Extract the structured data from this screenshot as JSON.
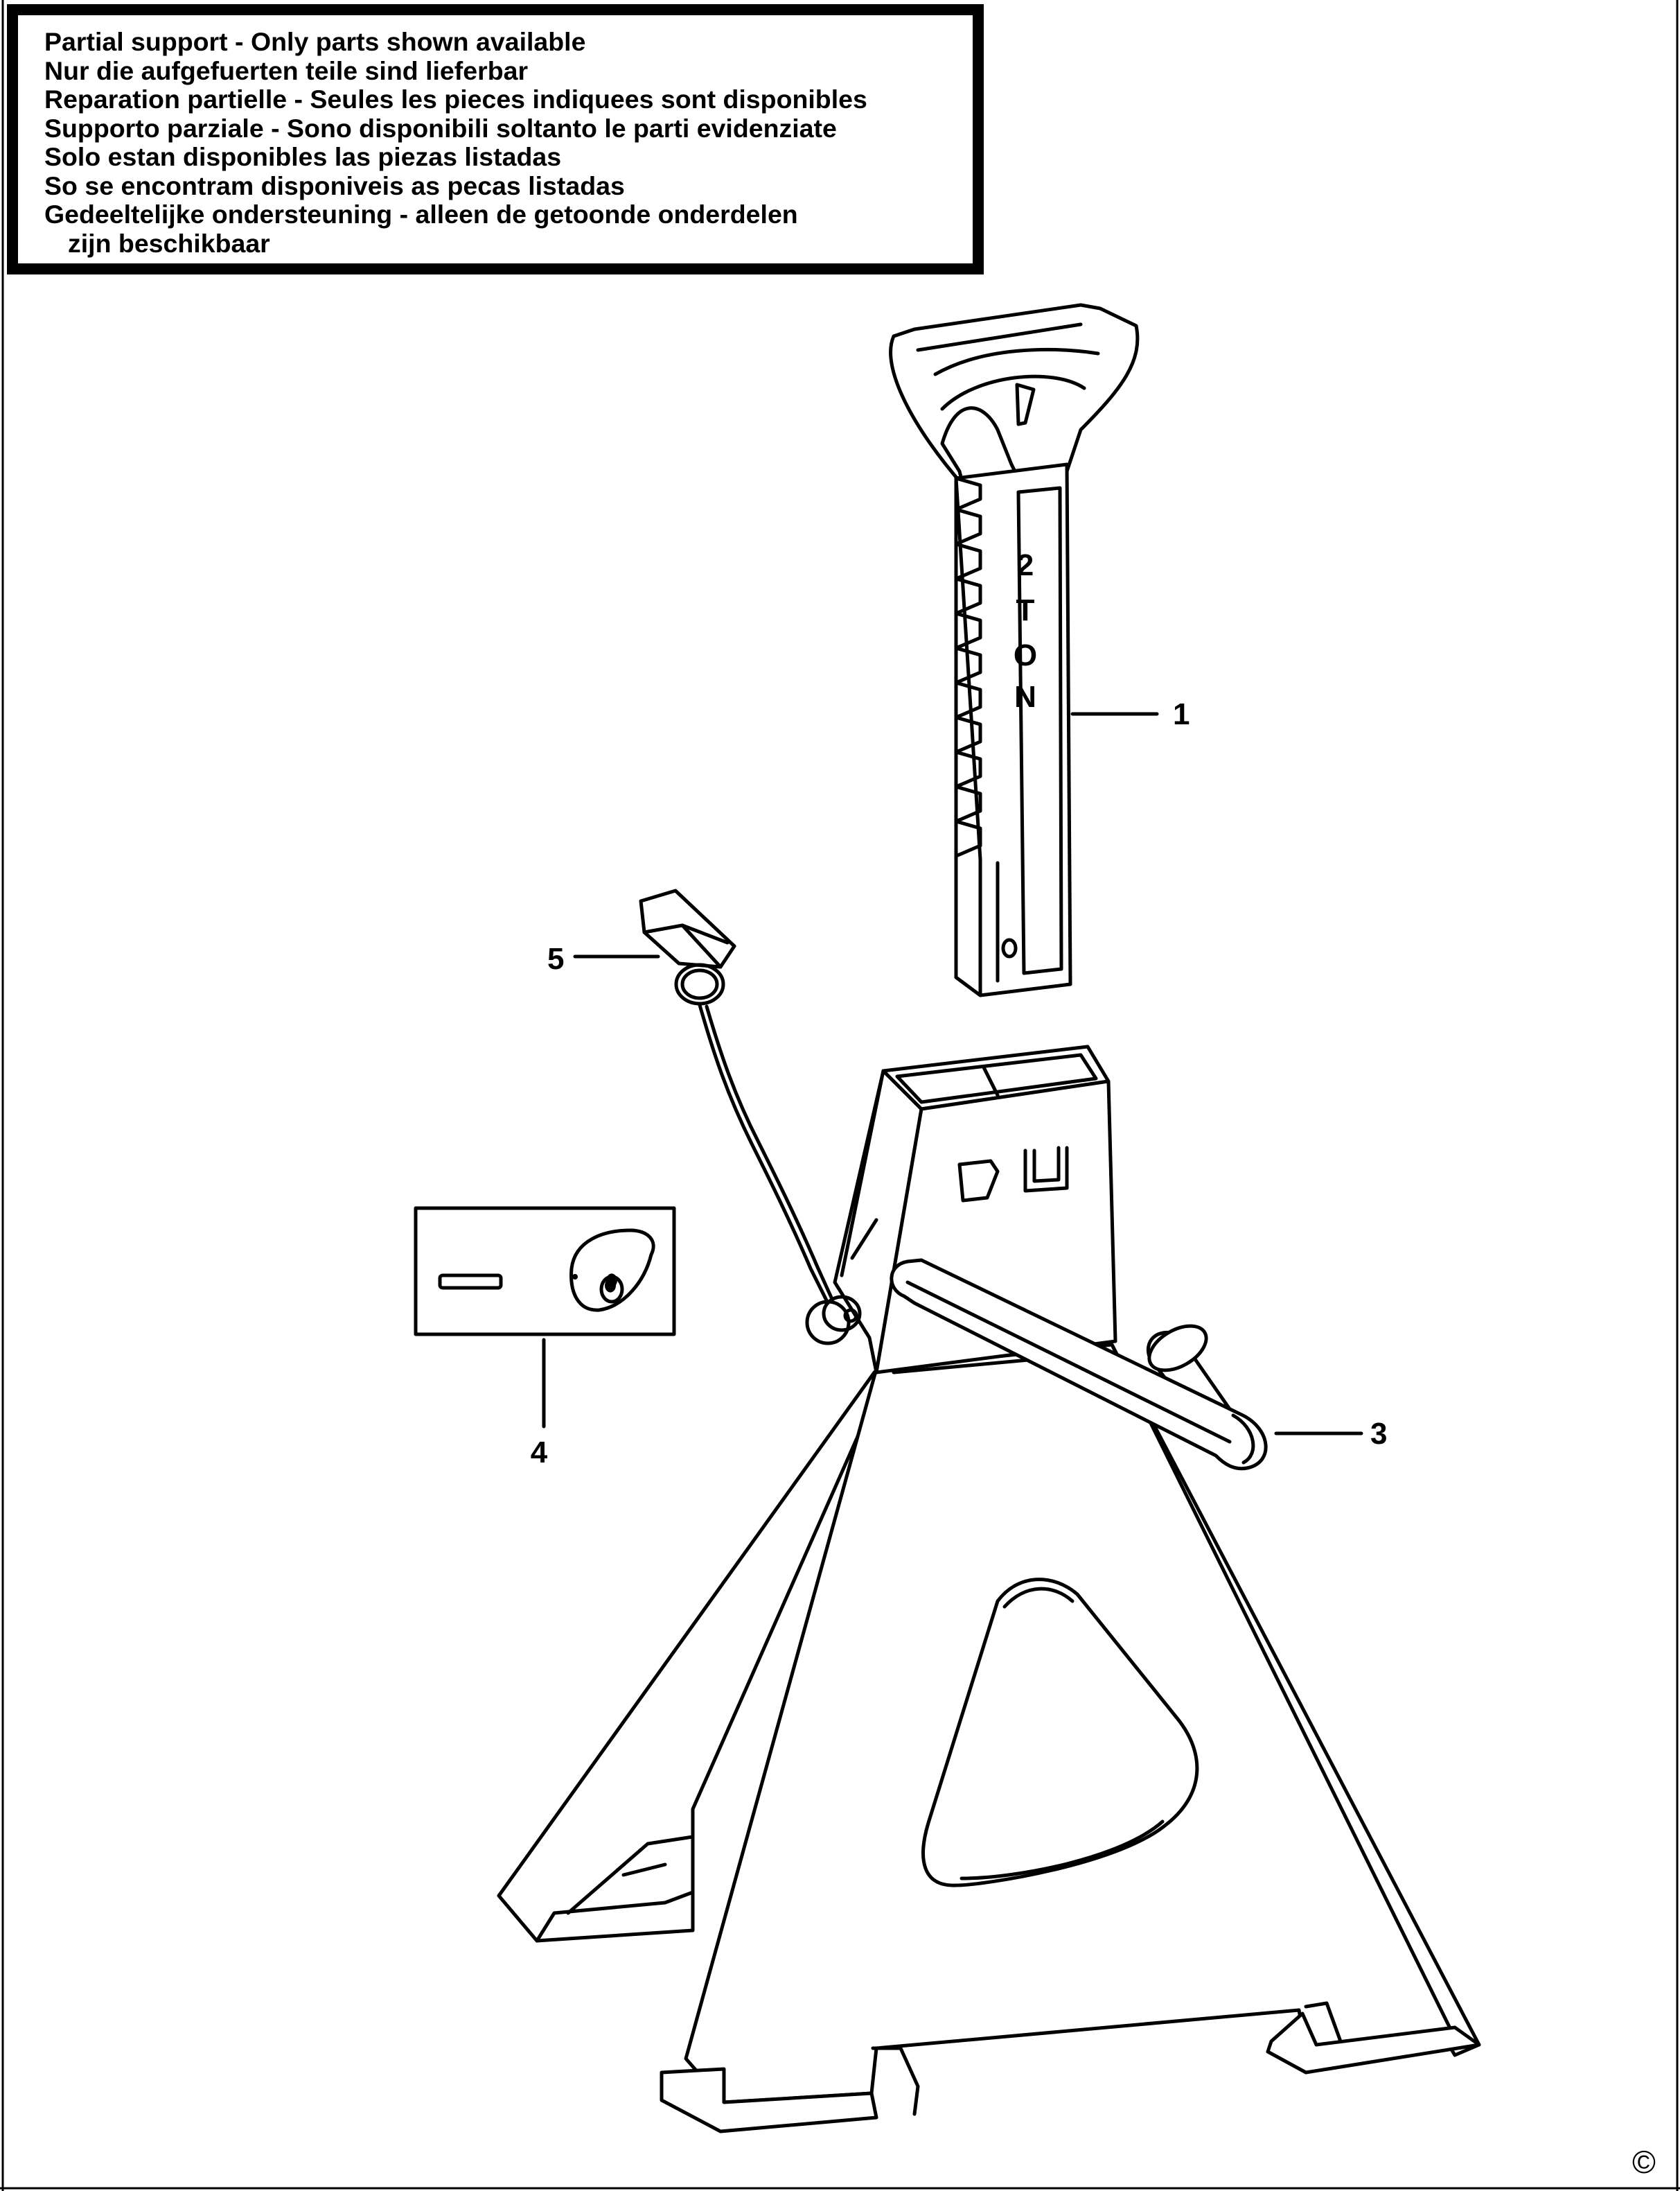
{
  "notice": {
    "lines": [
      "Partial support - Only parts shown available",
      "Nur die aufgefuerten teile sind lieferbar",
      "Reparation partielle - Seules les pieces indiquees sont disponibles",
      "Supporto parziale - Sono disponibili soltanto le parti evidenziate",
      "Solo estan disponibles las piezas listadas",
      "So se encontram disponiveis as pecas listadas",
      "Gedeeltelijke ondersteuning - alleen de getoonde onderdelen",
      "zijn beschikbaar"
    ]
  },
  "post_marking": {
    "capacity": "2",
    "letters": [
      "T",
      "O",
      "N"
    ]
  },
  "callouts": [
    {
      "number": "1",
      "part": "ratchet-post"
    },
    {
      "number": "3",
      "part": "locking-handle"
    },
    {
      "number": "4",
      "part": "pawl-kit"
    },
    {
      "number": "5",
      "part": "locking-pin"
    }
  ],
  "copyright_symbol": "©"
}
